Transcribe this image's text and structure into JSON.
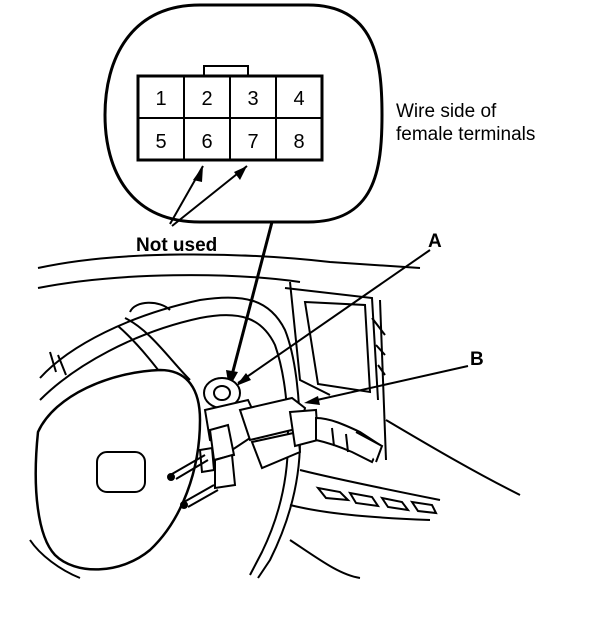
{
  "connector": {
    "pins": [
      "1",
      "2",
      "3",
      "4",
      "5",
      "6",
      "7",
      "8"
    ]
  },
  "labels": {
    "wire_side_line1": "Wire side of",
    "wire_side_line2": "female terminals",
    "not_used": "Not used",
    "callout_a": "A",
    "callout_b": "B"
  },
  "colors": {
    "ink": "#000000",
    "paper": "#ffffff"
  }
}
